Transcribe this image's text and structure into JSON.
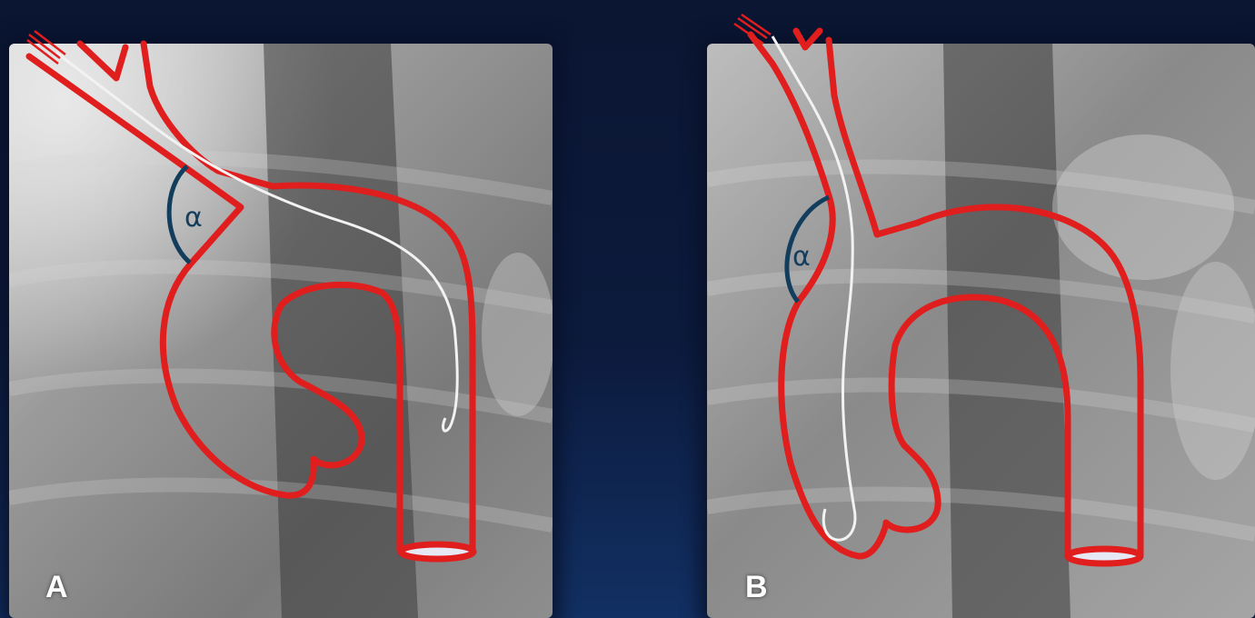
{
  "panels": [
    {
      "label": "A",
      "angle_symbol": "α"
    },
    {
      "label": "B",
      "angle_symbol": "α"
    }
  ],
  "colors": {
    "background": "#0c1a3c",
    "vessel_outline": "#e01e1e",
    "catheter": "#f2f2f2",
    "angle_arc": "#123d5c",
    "vessel_end": "#e6e8f4"
  }
}
